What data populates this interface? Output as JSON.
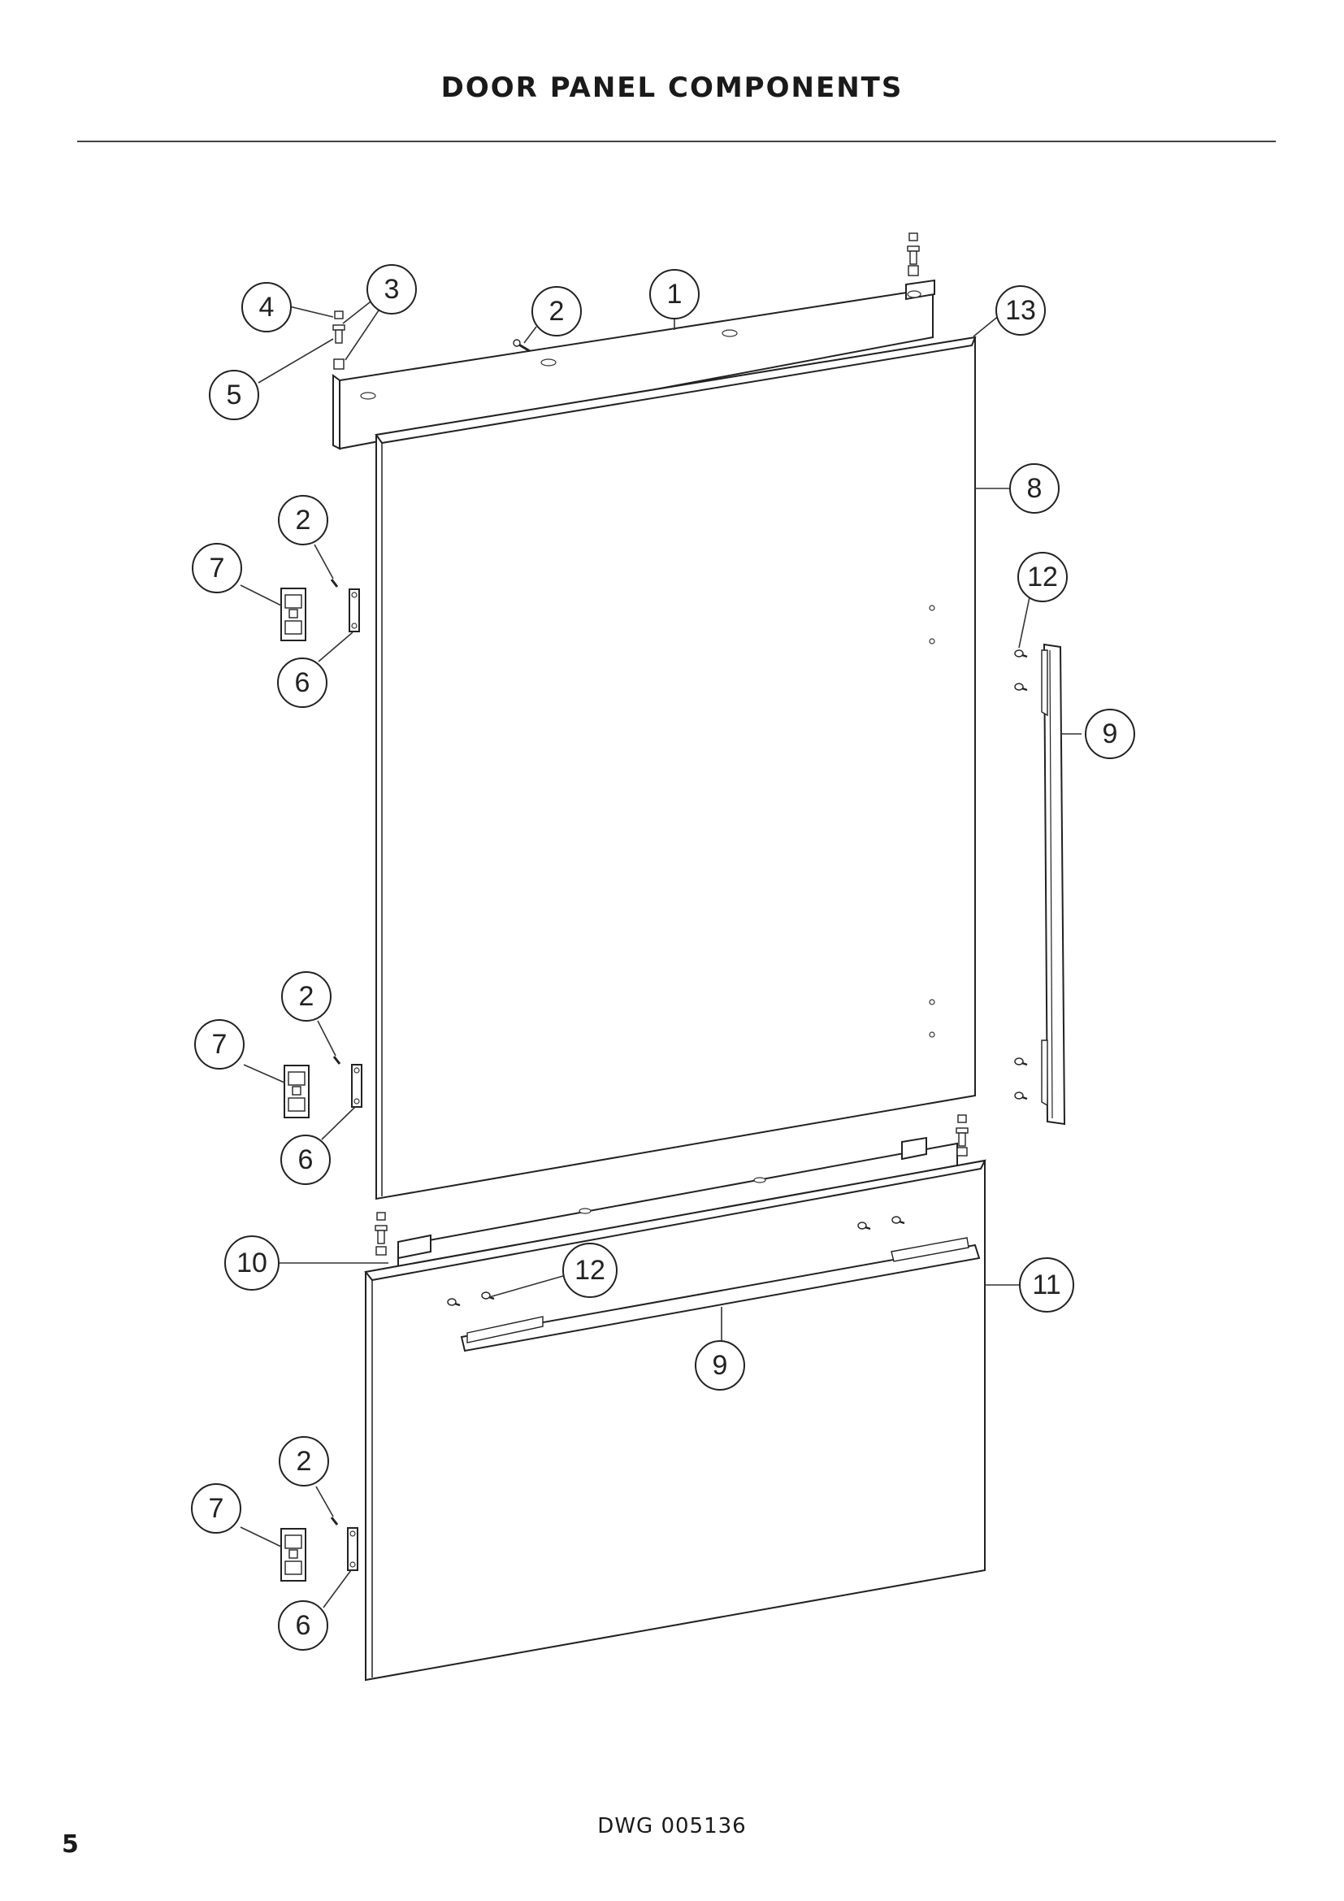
{
  "header": {
    "title": "DOOR PANEL COMPONENTS"
  },
  "footer": {
    "drawing_number": "DWG 005136",
    "page_number": "5"
  },
  "callouts": {
    "c1": "1",
    "c2a": "2",
    "c2b": "2",
    "c2c": "2",
    "c2d": "2",
    "c3": "3",
    "c4": "4",
    "c5": "5",
    "c6a": "6",
    "c6b": "6",
    "c6c": "6",
    "c7a": "7",
    "c7b": "7",
    "c7c": "7",
    "c8": "8",
    "c9a": "9",
    "c9b": "9",
    "c10": "10",
    "c11": "11",
    "c12a": "12",
    "c12b": "12",
    "c13": "13"
  }
}
